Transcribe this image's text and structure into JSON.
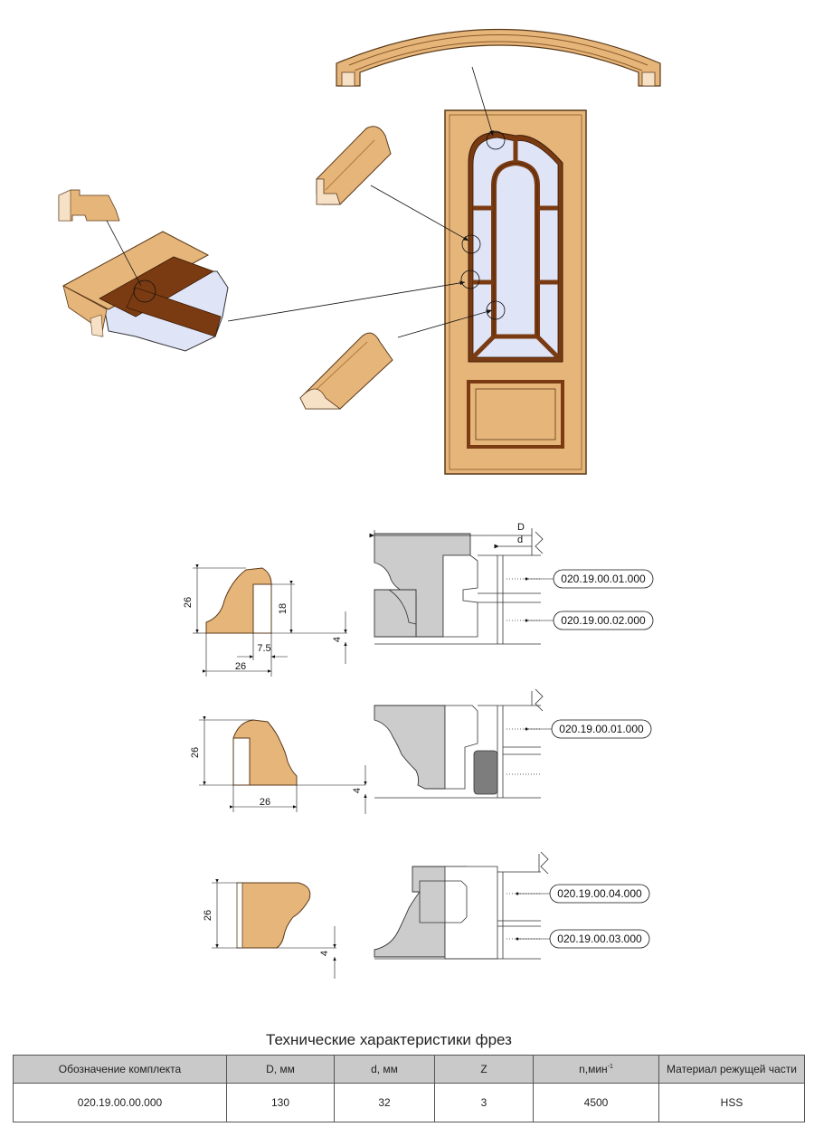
{
  "dimensions": {
    "profile1": {
      "height": "26",
      "slot_depth": "18",
      "slot_width": "7.5",
      "width": "26",
      "offset": "4"
    },
    "profile2": {
      "height": "26",
      "width": "26",
      "offset": "4"
    },
    "profile3": {
      "height": "26",
      "offset": "4"
    },
    "cutter_D": "D",
    "cutter_d": "d"
  },
  "part_codes": {
    "cutter1_top": "020.19.00.01.000",
    "cutter1_bottom": "020.19.00.02.000",
    "cutter2": "020.19.00.01.000",
    "cutter3_top": "020.19.00.04.000",
    "cutter3_bottom": "020.19.00.03.000"
  },
  "colors": {
    "wood": "#e6b57a",
    "wood_dark": "#c98f4e",
    "frame_brown": "#7a3b12",
    "glass": "#dfe4f7",
    "cutter_gray": "#cccccc",
    "insert_gray": "#7d7d7d",
    "header_gray": "#c9c9c9"
  },
  "specs": {
    "title": "Технические характеристики фрез",
    "headers": {
      "set": "Обозначение комплекта",
      "D": "D, мм",
      "d": "d, мм",
      "Z": "Z",
      "n": "n,мин",
      "n_sup": "-1",
      "material": "Материал режущей части"
    },
    "row": {
      "set": "020.19.00.00.000",
      "D": "130",
      "d": "32",
      "Z": "3",
      "n": "4500",
      "material": "HSS"
    }
  }
}
